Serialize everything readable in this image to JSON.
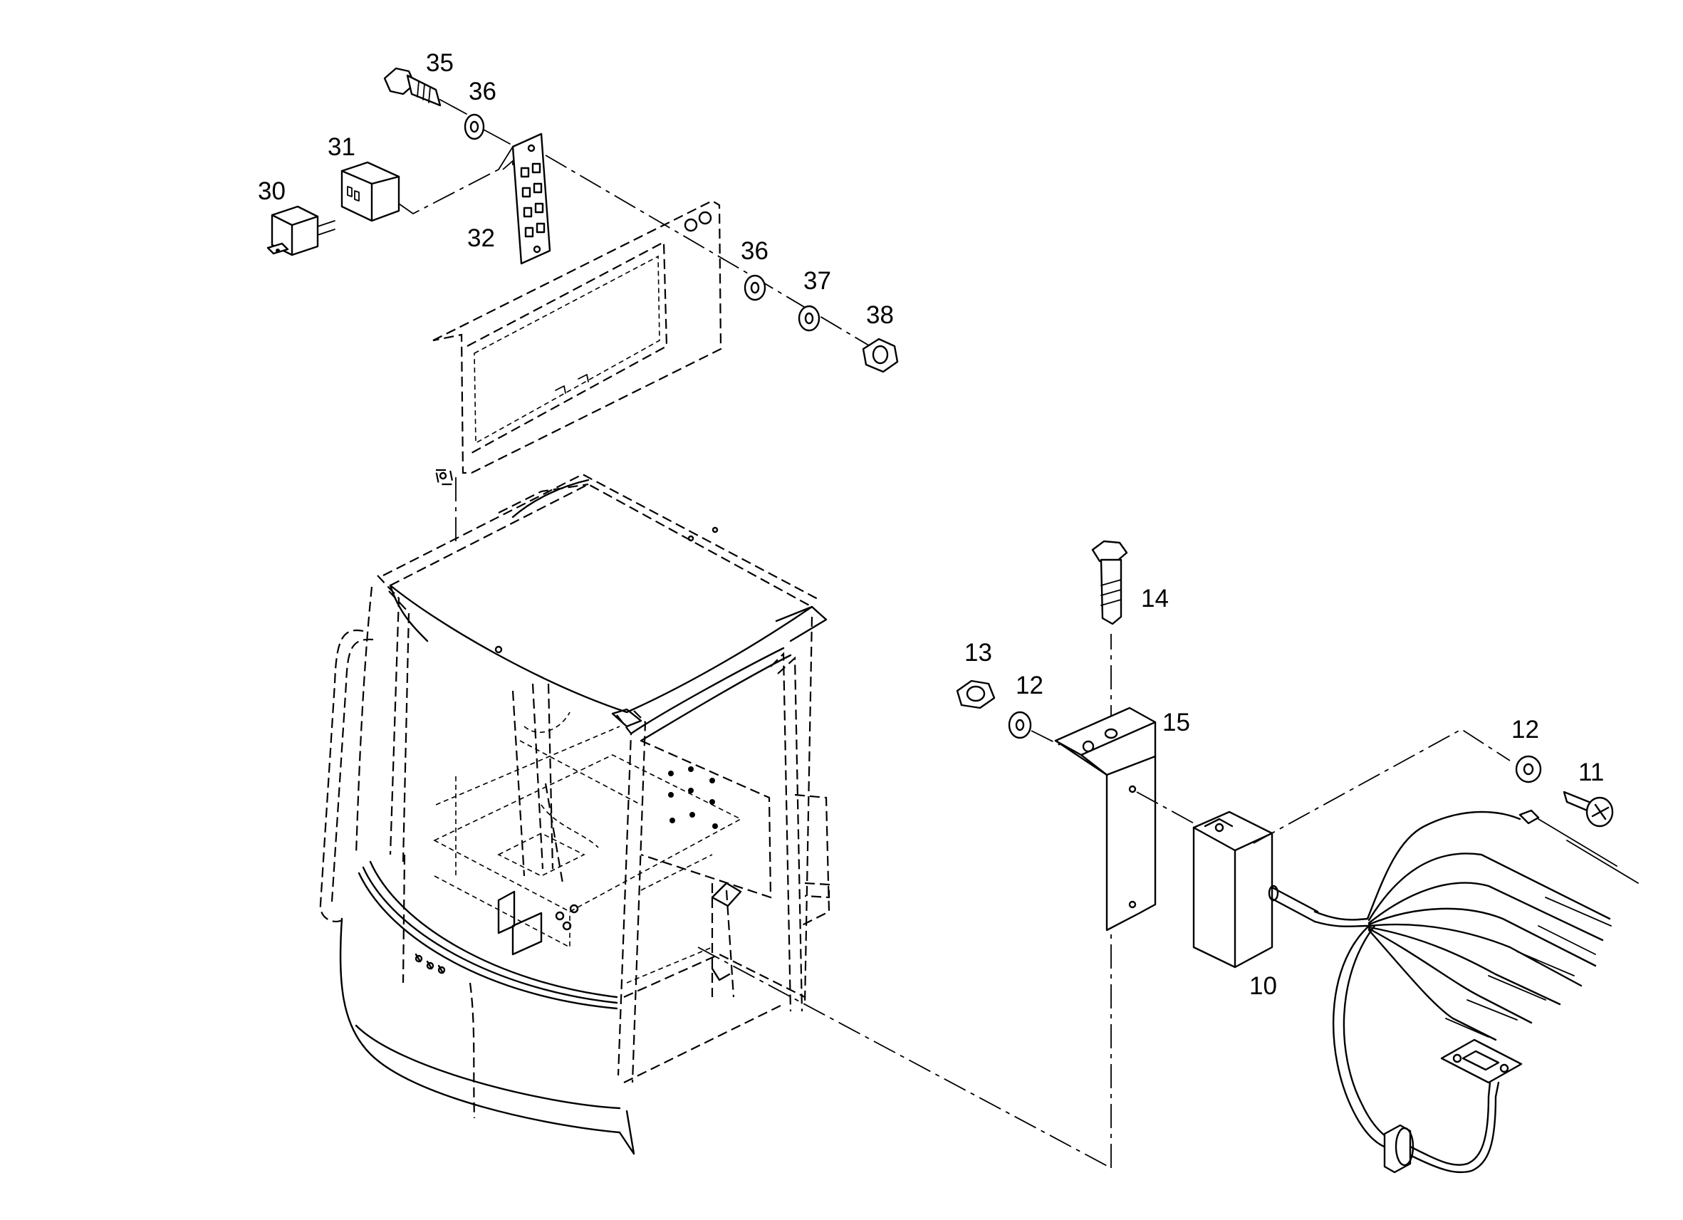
{
  "labels": [
    {
      "id": "35",
      "text": "35"
    },
    {
      "id": "36a",
      "text": "36"
    },
    {
      "id": "31",
      "text": "31"
    },
    {
      "id": "30",
      "text": "30"
    },
    {
      "id": "32",
      "text": "32"
    },
    {
      "id": "36b",
      "text": "36"
    },
    {
      "id": "37",
      "text": "37"
    },
    {
      "id": "38",
      "text": "38"
    },
    {
      "id": "14",
      "text": "14"
    },
    {
      "id": "13",
      "text": "13"
    },
    {
      "id": "12a",
      "text": "12"
    },
    {
      "id": "15",
      "text": "15"
    },
    {
      "id": "12b",
      "text": "12"
    },
    {
      "id": "11",
      "text": "11"
    },
    {
      "id": "10",
      "text": "10"
    }
  ]
}
